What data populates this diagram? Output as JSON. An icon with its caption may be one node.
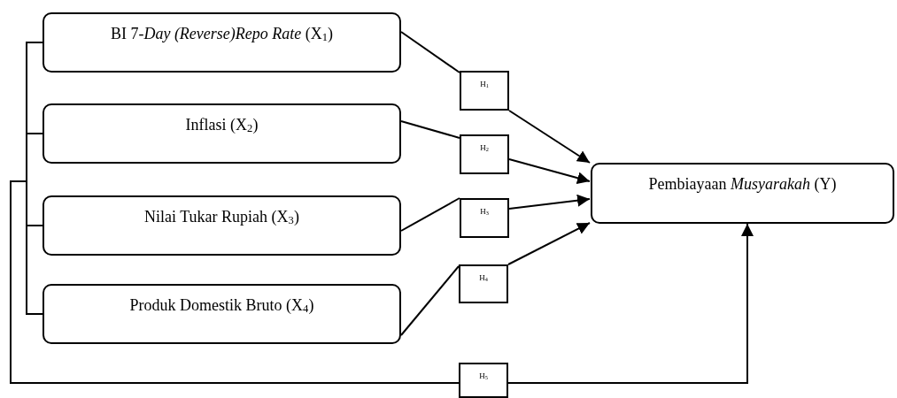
{
  "diagram": {
    "nodes": [
      {
        "text": [
          "BI 7-*Day (Reverse)Repo Rate*  (X$_{1}$)"
        ]
      },
      {
        "text": [
          "Inflasi (X$_{2}$)"
        ]
      },
      {
        "text": [
          "Nilai Tukar Rupiah (X$_{3}$)"
        ]
      },
      {
        "text": [
          "Produk Domestik Bruto (X$_{4}$)"
        ]
      },
      {
        "text": [
          "H$_{1}$"
        ]
      },
      {
        "text": [
          "H$_{2}$"
        ]
      },
      {
        "text": [
          "H$_{3}$"
        ]
      },
      {
        "text": [
          "H$_{4}$"
        ]
      },
      {
        "text": [
          "H$_{5}$"
        ]
      },
      {
        "text": [
          "Pembiayaan *Musyarakah*  (Y)"
        ]
      }
    ],
    "edges": [
      {
        "from": 0,
        "to": 4,
        "arrow": "none"
      },
      {
        "from": 4,
        "to": 9,
        "arrow": "to"
      },
      {
        "from": 1,
        "to": 5,
        "arrow": "none"
      },
      {
        "from": 5,
        "to": 9,
        "arrow": "to"
      },
      {
        "from": 2,
        "to": 6,
        "arrow": "none"
      },
      {
        "from": 6,
        "to": 9,
        "arrow": "to"
      },
      {
        "from": 3,
        "to": 7,
        "arrow": "none"
      },
      {
        "from": 7,
        "to": 9,
        "arrow": "to"
      },
      {
        "from": 0,
        "to": 8,
        "arrow": "none"
      },
      {
        "from": 1,
        "to": 8,
        "arrow": "none"
      },
      {
        "from": 2,
        "to": 8,
        "arrow": "none"
      },
      {
        "from": 3,
        "to": 8,
        "arrow": "none"
      },
      {
        "from": 8,
        "to": 9,
        "arrow": "to"
      }
    ]
  }
}
